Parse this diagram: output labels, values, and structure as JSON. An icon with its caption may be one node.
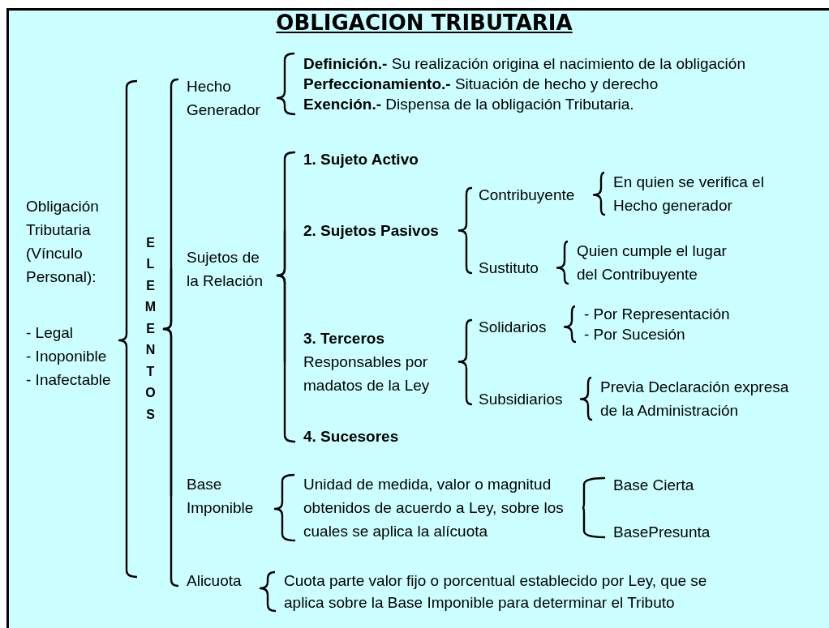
{
  "diagram": {
    "title": "OBLIGACION TRIBUTARIA",
    "nodes": [
      {
        "text": [
          "Obligación Tributaria (Vínculo Personal):",
          "- Legal",
          "- Inoponible",
          "- Inafectable"
        ]
      },
      {
        "text": [
          "ELEMENTOS"
        ]
      },
      {
        "text": [
          "Hecho Generador"
        ]
      },
      {
        "text": [
          "**Definición.-** Su realización origina el nacimiento de la obligación",
          "**Perfeccionamiento.-** Situación de hecho y derecho",
          "**Exención.-** Dispensa de la obligación Tributaria."
        ]
      },
      {
        "text": [
          "Sujetos de la Relación"
        ]
      },
      {
        "text": [
          "1. Sujeto Activo"
        ]
      },
      {
        "text": [
          "2. Sujetos Pasivos"
        ]
      },
      {
        "text": [
          "Contribuyente"
        ]
      },
      {
        "text": [
          "En quien se verifica el Hecho generador"
        ]
      },
      {
        "text": [
          "Sustituto"
        ]
      },
      {
        "text": [
          "Quien cumple el lugar del Contribuyente"
        ]
      },
      {
        "text": [
          "3. Terceros",
          "Responsables por madatos de la Ley"
        ]
      },
      {
        "text": [
          "Solidarios"
        ]
      },
      {
        "text": [
          "- Por Representación",
          "- Por Sucesión"
        ]
      },
      {
        "text": [
          "Subsidiarios"
        ]
      },
      {
        "text": [
          "Previa Declaración expresa de la Administración"
        ]
      },
      {
        "text": [
          "4. Sucesores"
        ]
      },
      {
        "text": [
          "Base Imponible"
        ]
      },
      {
        "text": [
          "Unidad de medida, valor o magnitud obtenidos de acuerdo a Ley, sobre los cuales se aplica la alícuota"
        ]
      },
      {
        "text": [
          "Base Cierta"
        ]
      },
      {
        "text": [
          "BasePresunta"
        ]
      },
      {
        "text": [
          "Alicuota"
        ]
      },
      {
        "text": [
          "Cuota parte valor fijo o porcentual establecido por Ley, que se aplica sobre la Base Imponible para determinar el Tributo"
        ]
      }
    ],
    "edges": [
      {
        "from": 0,
        "to": 1,
        "arrow": "none"
      },
      {
        "from": 1,
        "to": 2,
        "arrow": "none"
      },
      {
        "from": 1,
        "to": 4,
        "arrow": "none"
      },
      {
        "from": 1,
        "to": 17,
        "arrow": "none"
      },
      {
        "from": 1,
        "to": 21,
        "arrow": "none"
      },
      {
        "from": 2,
        "to": 3,
        "arrow": "none"
      },
      {
        "from": 4,
        "to": 5,
        "arrow": "none"
      },
      {
        "from": 4,
        "to": 6,
        "arrow": "none"
      },
      {
        "from": 4,
        "to": 11,
        "arrow": "none"
      },
      {
        "from": 4,
        "to": 16,
        "arrow": "none"
      },
      {
        "from": 6,
        "to": 7,
        "arrow": "none"
      },
      {
        "from": 6,
        "to": 9,
        "arrow": "none"
      },
      {
        "from": 7,
        "to": 8,
        "arrow": "none"
      },
      {
        "from": 9,
        "to": 10,
        "arrow": "none"
      },
      {
        "from": 11,
        "to": 12,
        "arrow": "none"
      },
      {
        "from": 11,
        "to": 14,
        "arrow": "none"
      },
      {
        "from": 12,
        "to": 13,
        "arrow": "none"
      },
      {
        "from": 14,
        "to": 15,
        "arrow": "none"
      },
      {
        "from": 17,
        "to": 18,
        "arrow": "none"
      },
      {
        "from": 18,
        "to": 19,
        "arrow": "none"
      },
      {
        "from": 18,
        "to": 20,
        "arrow": "none"
      },
      {
        "from": 21,
        "to": 22,
        "arrow": "none"
      }
    ]
  }
}
